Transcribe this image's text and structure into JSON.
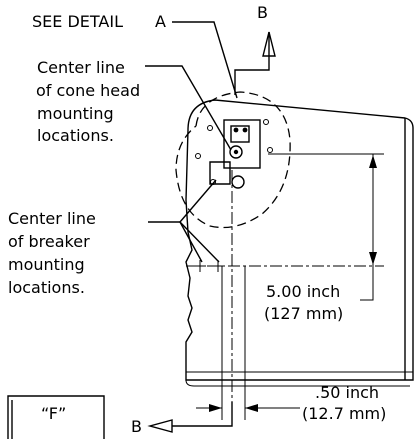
{
  "labels": {
    "see_detail": "SEE DETAIL",
    "detail_letter": "A",
    "section_top": "B",
    "section_bottom": "B",
    "cone_head_line1": "Center line",
    "cone_head_line2": "of cone head",
    "cone_head_line3": "mounting",
    "cone_head_line4": "locations.",
    "breaker_line1": "Center line",
    "breaker_line2": "of breaker",
    "breaker_line3": "mounting",
    "breaker_line4": "locations.",
    "dim_vertical_inch": "5.00 inch",
    "dim_vertical_mm": "(127 mm)",
    "dim_horizontal_inch": ".50 inch",
    "dim_horizontal_mm": "(12.7 mm)",
    "inset_label": "“F”"
  },
  "colors": {
    "ink": "#000000",
    "paper": "#ffffff"
  }
}
